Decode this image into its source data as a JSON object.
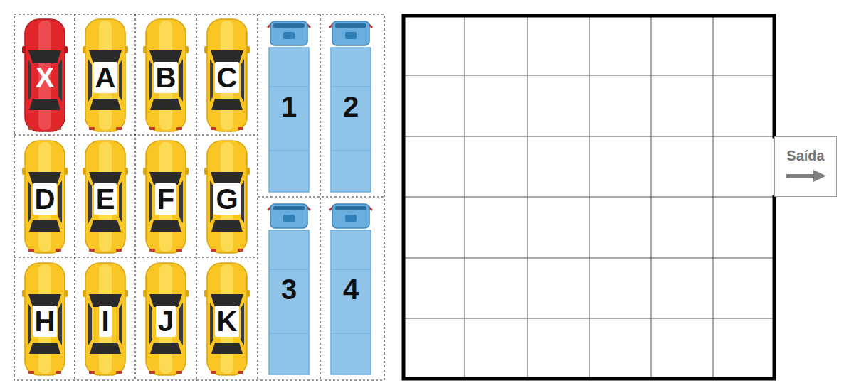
{
  "diagram": {
    "nodes": [
      {
        "text": [
          "X"
        ]
      },
      {
        "text": [
          "A"
        ]
      },
      {
        "text": [
          "B"
        ]
      },
      {
        "text": [
          "C"
        ]
      },
      {
        "text": [
          "1"
        ]
      },
      {
        "text": [
          "2"
        ]
      },
      {
        "text": [
          "D"
        ]
      },
      {
        "text": [
          "E"
        ]
      },
      {
        "text": [
          "F"
        ]
      },
      {
        "text": [
          "G"
        ]
      },
      {
        "text": [
          "H"
        ]
      },
      {
        "text": [
          "I"
        ]
      },
      {
        "text": [
          "J"
        ]
      },
      {
        "text": [
          "K"
        ]
      },
      {
        "text": [
          "3"
        ]
      },
      {
        "text": [
          "4"
        ]
      },
      {
        "text": [
          "Saída"
        ]
      }
    ]
  }
}
